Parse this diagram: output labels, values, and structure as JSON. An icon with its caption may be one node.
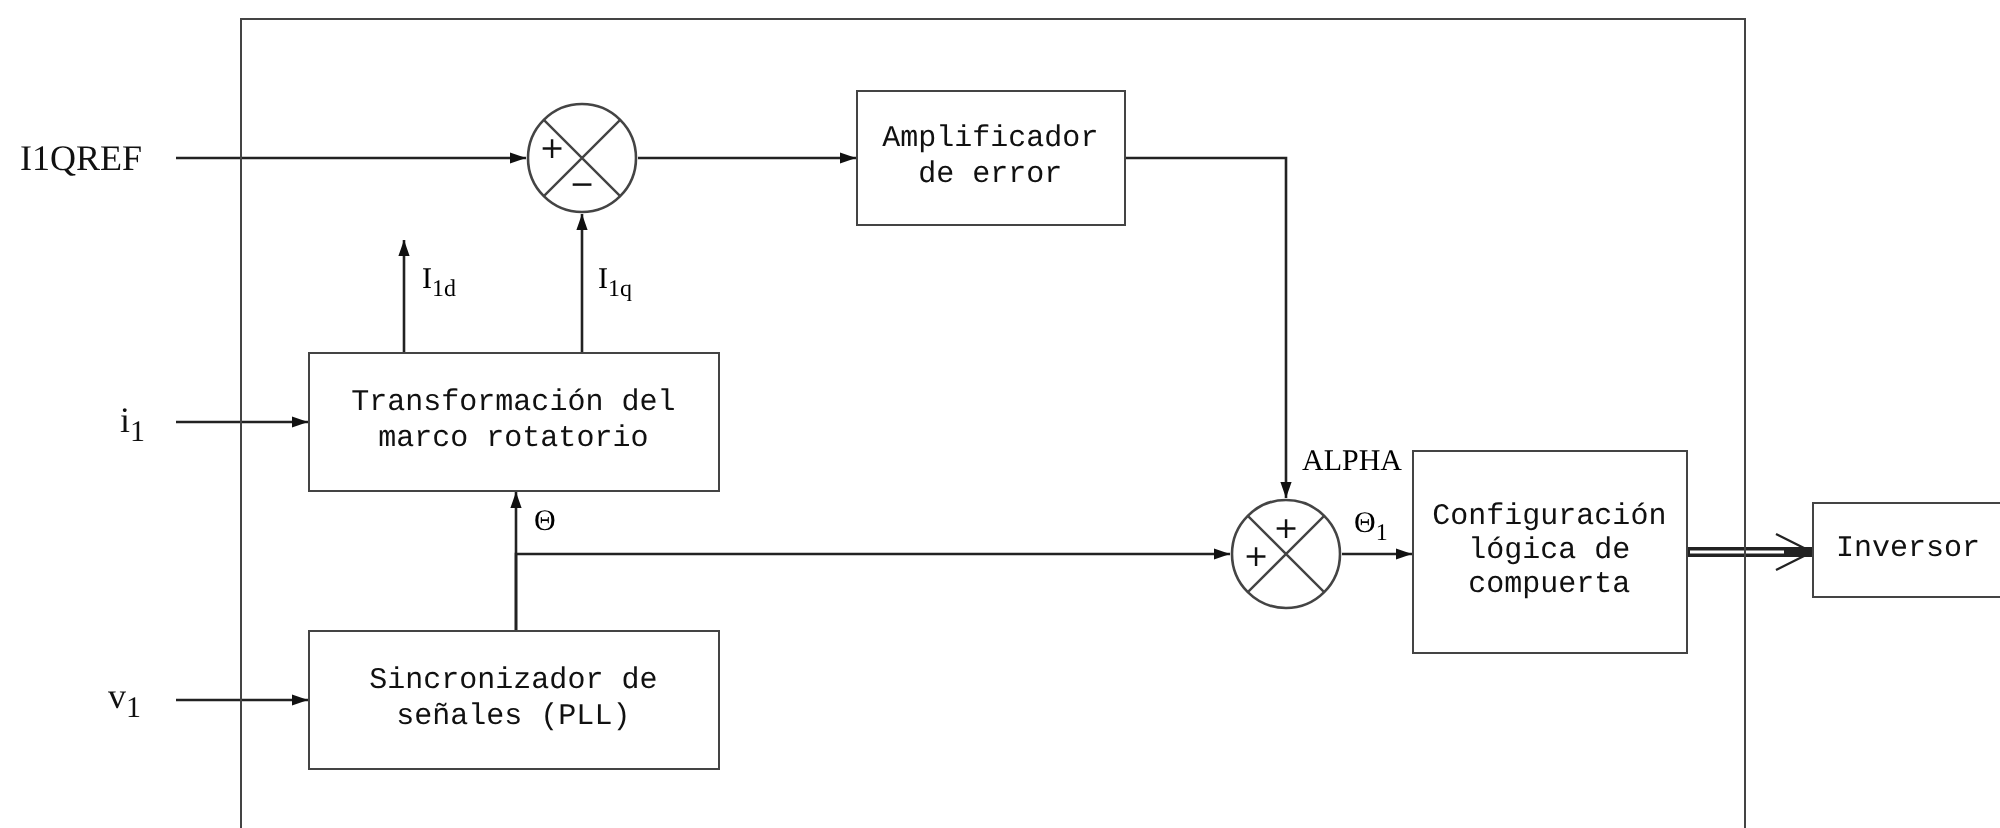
{
  "diagram": {
    "nodes": [
      {
        "text": [],
        "shape": "box"
      },
      {
        "text": [
          "I1QREF"
        ]
      },
      {
        "text": [
          "+",
          "−"
        ],
        "in": 0
      },
      {
        "text": [
          "Amplificador de error"
        ],
        "in": 0
      },
      {
        "text": [
          "i$_{1}$"
        ]
      },
      {
        "text": [
          "Transformación del marco rotatorio"
        ],
        "in": 0
      },
      {
        "text": [
          "v$_{1}$"
        ]
      },
      {
        "text": [
          "Sincronizador de señales (PLL)"
        ],
        "in": 0
      },
      {
        "text": [
          "+",
          "+"
        ],
        "in": 0
      },
      {
        "text": [
          "Configuración lógica de compuerta"
        ],
        "in": 0
      },
      {
        "text": [
          "Inversor"
        ]
      }
    ],
    "edges": [
      {
        "from": 1,
        "to": 2,
        "arrow": "to"
      },
      {
        "from": 2,
        "to": 3,
        "arrow": "to"
      },
      {
        "from": 3,
        "to": 8,
        "arrow": "to",
        "label": "ALPHA"
      },
      {
        "from": 5,
        "to": 2,
        "arrow": "to",
        "label": "I$_{1q}$"
      },
      {
        "from": 5,
        "to": null,
        "arrow": "to",
        "label": "I$_{1d}$"
      },
      {
        "from": 4,
        "to": 5,
        "arrow": "to"
      },
      {
        "from": 6,
        "to": 7,
        "arrow": "to"
      },
      {
        "from": 7,
        "to": 5,
        "arrow": "to",
        "label": "Θ"
      },
      {
        "from": 7,
        "to": 8,
        "arrow": "to"
      },
      {
        "from": 8,
        "to": 9,
        "arrow": "to",
        "label": "Θ$_{1}$"
      },
      {
        "from": 9,
        "to": 10,
        "arrow": "to",
        "style": "thick"
      }
    ]
  }
}
